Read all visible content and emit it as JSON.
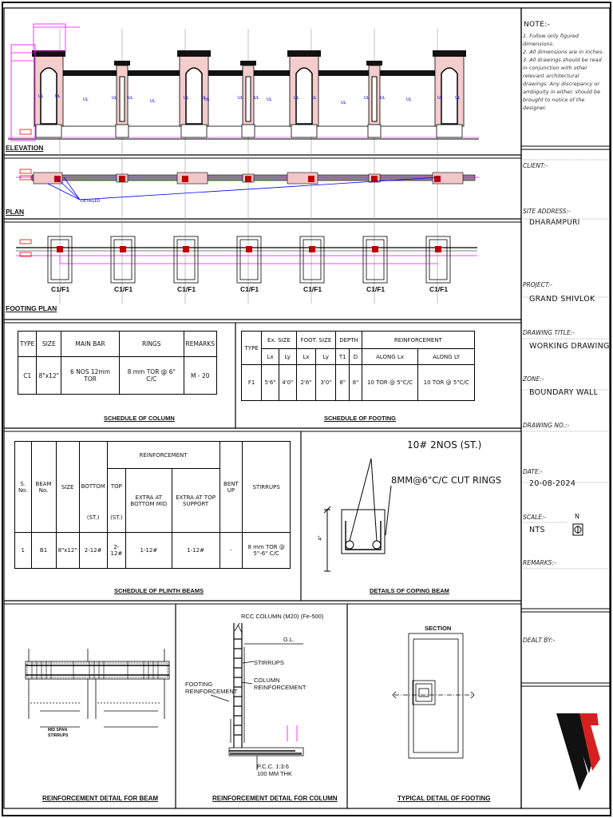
{
  "sections": {
    "elevation": "ELEVATION",
    "plan": "PLAN",
    "footing_plan": "FOOTING PLAN",
    "schedule_column": "SCHEDULE OF COLUMN",
    "schedule_footing": "SCHEDULE OF FOOTING",
    "schedule_plinth": "SCHEDULE OF PLINTH BEAMS",
    "coping": "DETAILS OF COPING BEAM",
    "beam_detail": "REINFORCEMENT DETAIL FOR BEAM",
    "column_detail": "REINFORCEMENT DETAIL FOR COLUMN",
    "footing_detail": "TYPICAL DETAIL OF FOOTING"
  },
  "footing_labels": [
    "C1/F1",
    "C1/F1",
    "C1/F1",
    "C1/F1",
    "C1/F1",
    "C1/F1",
    "C1/F1"
  ],
  "column_schedule": {
    "headers": [
      "TYPE",
      "SIZE",
      "MAIN BAR",
      "RINGS",
      "REMARKS"
    ],
    "row": [
      "C1",
      "8\"x12\"",
      "6 NOS 12mm TOR",
      "8 mm TOR @ 6\" C/C",
      "M - 20"
    ]
  },
  "footing_schedule": {
    "h_type": "TYPE",
    "h_ex": "Ex. SIZE",
    "h_foot": "FOOT. SIZE",
    "h_depth": "DEPTH",
    "h_reinf": "REINFORCEMENT",
    "sub": [
      "Lx",
      "Ly",
      "Lx",
      "Ly",
      "T1",
      "D",
      "ALONG  Lx",
      "ALONG  LY"
    ],
    "row": [
      "F1",
      "5'6\"",
      "4'0\"",
      "2'6\"",
      "3'0\"",
      "8\"",
      "8\"",
      "10 TOR @ 5\"C/C",
      "10 TOR @ 5\"C/C"
    ]
  },
  "plinth_schedule": {
    "h_sno": "S. No.",
    "h_beam": "BEAM No.",
    "h_size": "SIZE",
    "h_reinf": "REINFORCEMENT",
    "h_bottom": "BOTTOM",
    "h_bottom2": "(ST.)",
    "h_top": "TOP",
    "h_top2": "(ST.)",
    "h_extra_bottom": "EXTRA AT BOTTOM MID",
    "h_extra_top": "EXTRA AT TOP SUPPORT",
    "h_bentup": "BENT UP",
    "h_stirrups": "STIRRUPS",
    "row": [
      "1",
      "B1",
      "8\"x12\"",
      "2-12#",
      "2-12#",
      "1-12#",
      "1-12#",
      "-",
      "8 mm TOR @ 5\"-6\" C/C"
    ]
  },
  "coping": {
    "bars": "10# 2NOS (ST.)",
    "rings": "8MM@6\"C/C CUT RINGS",
    "dim": "4\""
  },
  "column_detail": {
    "title": "RCC COLUMN (M20) (Fe-500)",
    "gl": "G.L.",
    "stirrups": "STIRRUPS",
    "col_reinf": "COLUMN REINFORCEMENT",
    "foot_reinf": "FOOTING REINFORCEMENT",
    "pcc": "P.C.C. 1:3:6",
    "pcc2": "100 MM THK"
  },
  "beam_detail": {
    "mid_span": "MID SPAN",
    "stirrups": "STIRRUPS"
  },
  "footing_detail": {
    "section": "SECTION"
  },
  "title_block": {
    "note_title": "NOTE:-",
    "notes": [
      "1.  Follow only figured dimensions.",
      "2.  All dimensions are in inches.",
      "3.  All drawings should be read in conjunction with other relevant architectural drawings. Any discrepancy or ambiguity in either, should be brought to notice of the designer."
    ],
    "client_label": "CLIENT:-",
    "site_label": "SITE ADDRESS:-",
    "site_value": "DHARAMPURI",
    "project_label": "PROJECT:-",
    "project_value": "GRAND SHIVLOK",
    "title_label": "DRAWING TITLE:-",
    "title_value": "WORKING DRAWING",
    "zone_label": "ZONE:-",
    "zone_value": "BOUNDARY WALL",
    "drawing_no_label": "DRAWING NO.:-",
    "date_label": "DATE:-",
    "date_value": "20-08-2024",
    "scale_label": "SCALE:-",
    "scale_value": "NTS",
    "north": "N",
    "remarks_label": "REMARKS:-",
    "dealt_label": "DEALT BY:-"
  },
  "colors": {
    "magenta": "#ff00ff",
    "red": "#ff0000",
    "blue": "#0000ff",
    "pink": "#e8a0a0"
  }
}
